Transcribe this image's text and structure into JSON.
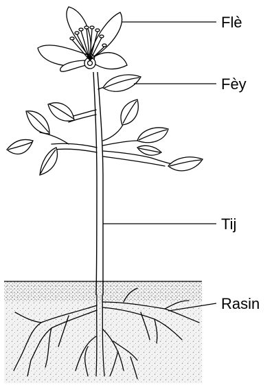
{
  "labels": {
    "flower": "Flè",
    "leaf": "Fèy",
    "stem": "Tij",
    "root": "Rasin"
  },
  "colors": {
    "ink": "#000000",
    "soil": "#f2f2f2",
    "soil_dots": "#8a8a8a"
  }
}
